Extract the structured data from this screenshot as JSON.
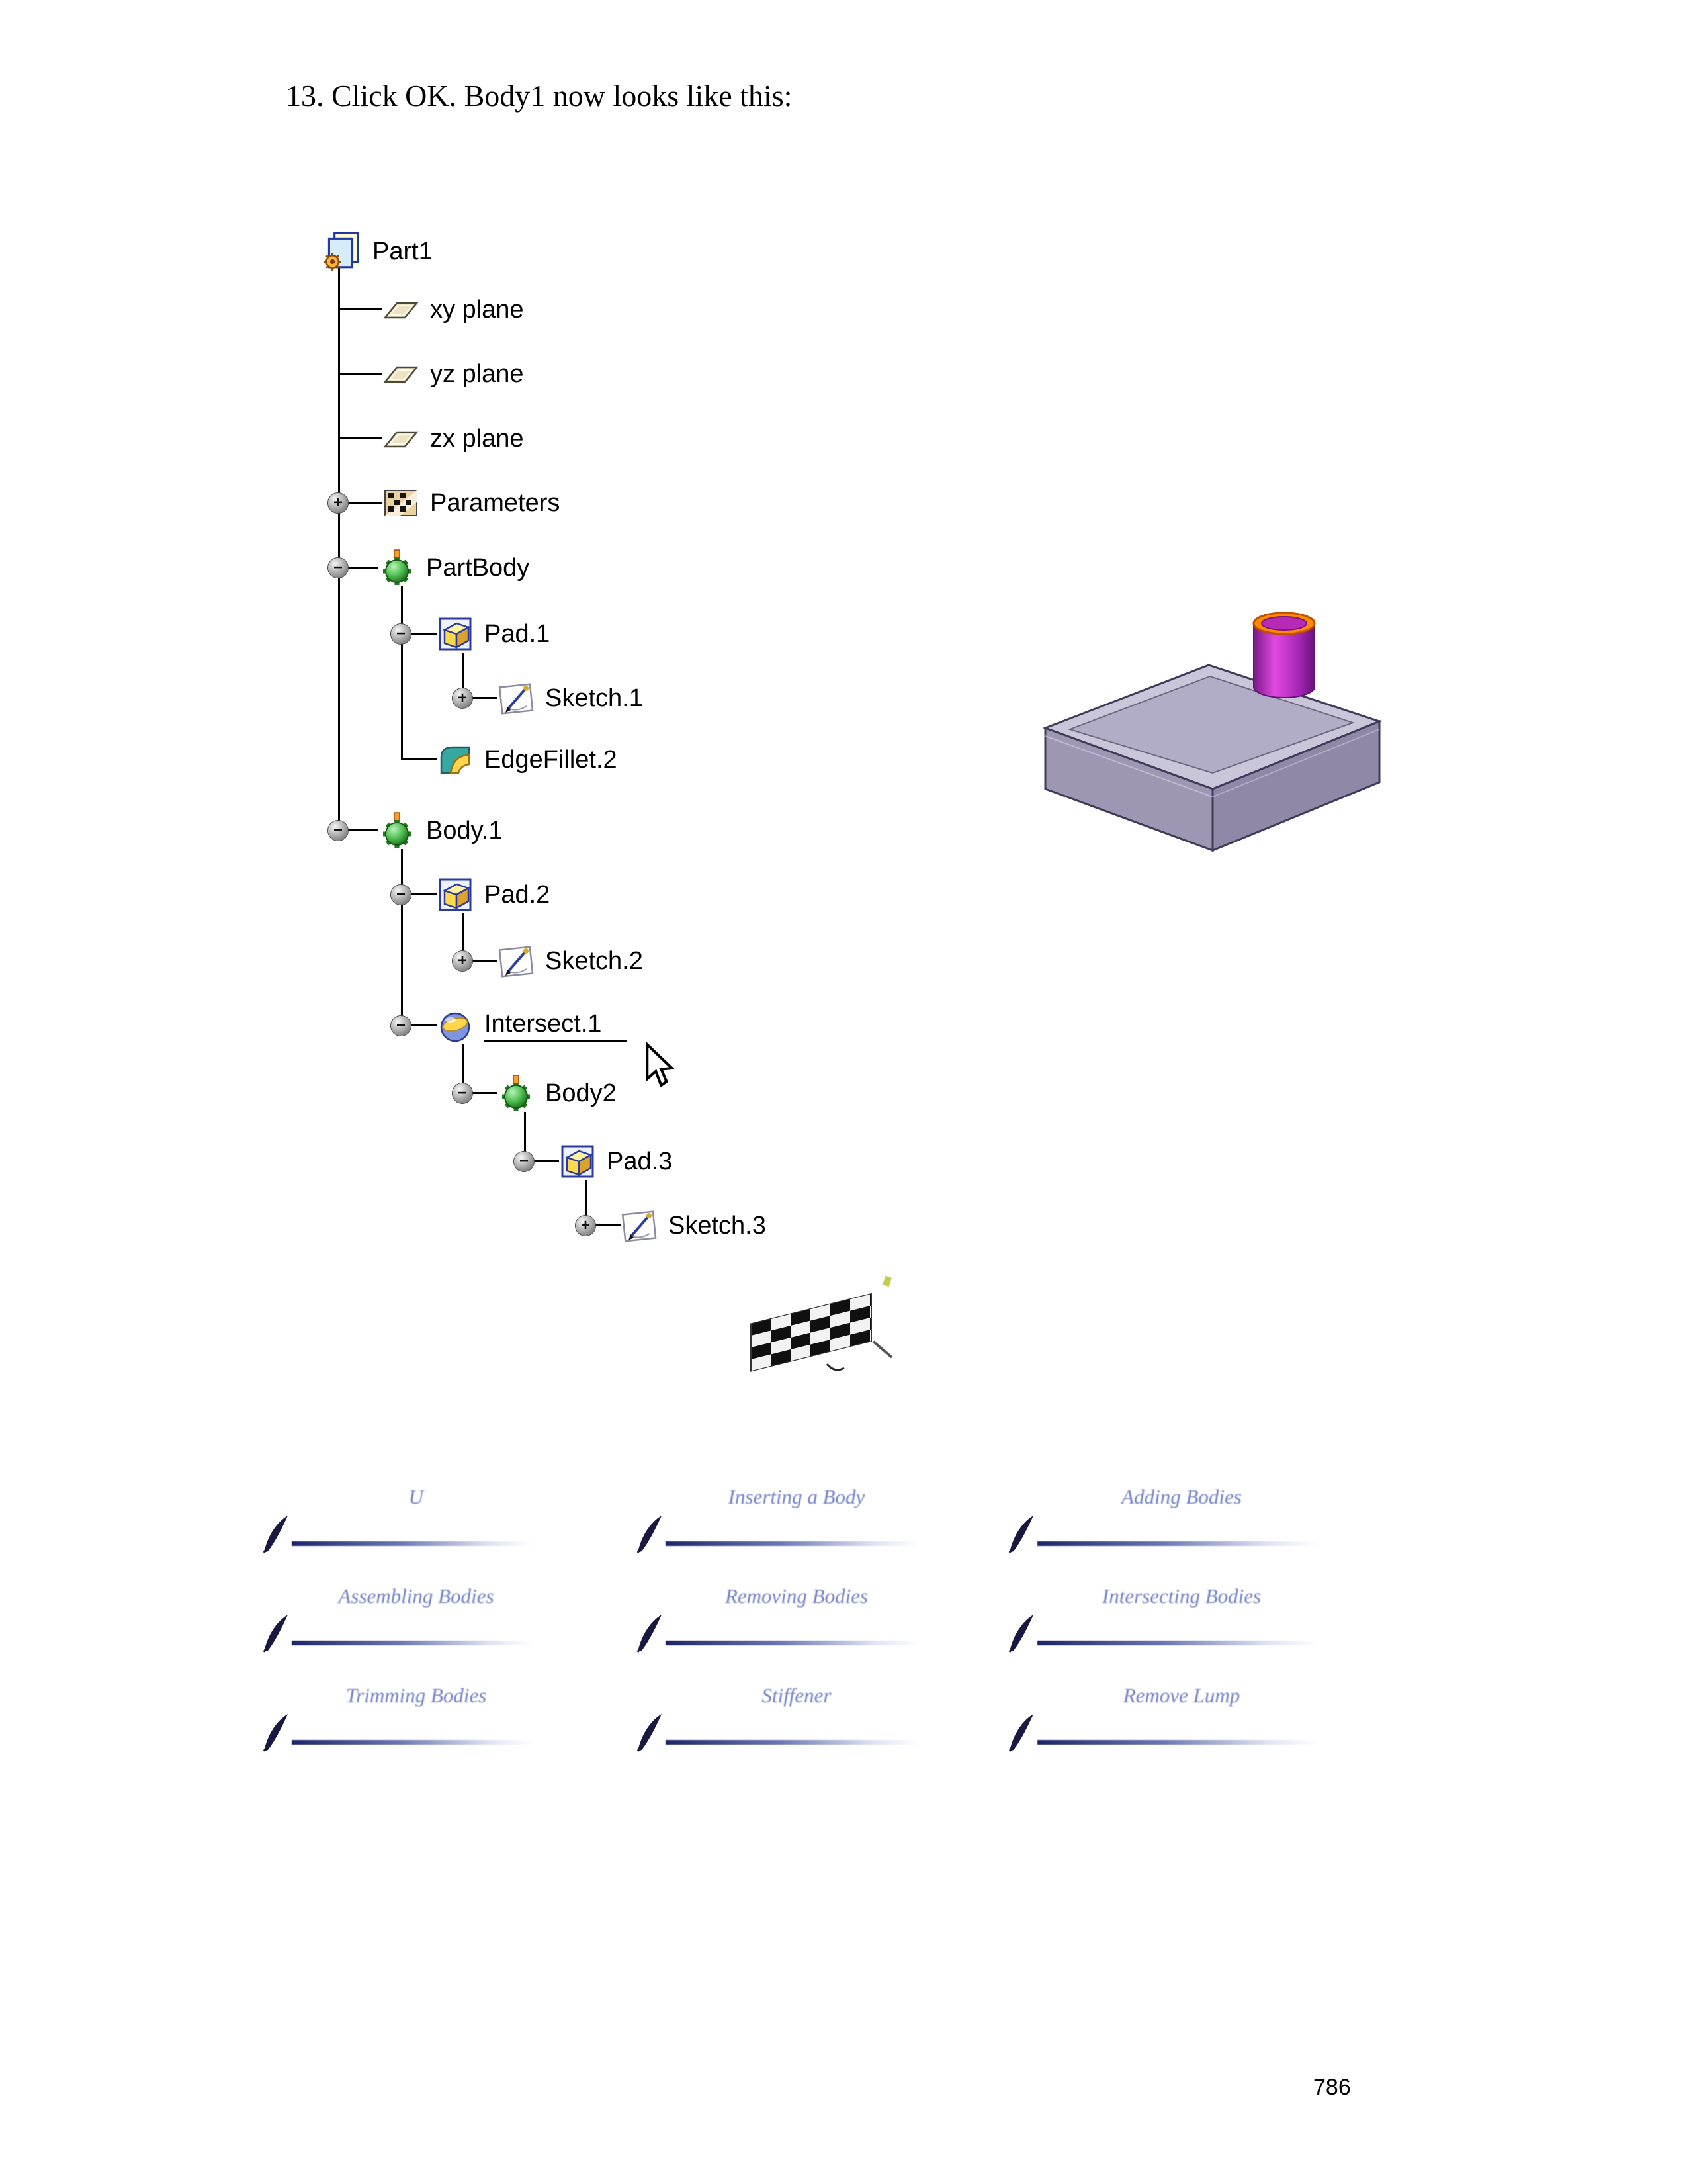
{
  "page": {
    "heading": "13. Click OK. Body1 now looks like this:",
    "page_number": "786"
  },
  "tree": {
    "items": [
      {
        "label": "Part1",
        "icon": "part-document-icon",
        "expander": ""
      },
      {
        "label": "xy plane",
        "icon": "plane-icon",
        "expander": ""
      },
      {
        "label": "yz plane",
        "icon": "plane-icon",
        "expander": ""
      },
      {
        "label": "zx plane",
        "icon": "plane-icon",
        "expander": ""
      },
      {
        "label": "Parameters",
        "icon": "parameters-icon",
        "expander": "+"
      },
      {
        "label": "PartBody",
        "icon": "body-gear-icon",
        "expander": "−"
      },
      {
        "label": "Pad.1",
        "icon": "pad-icon",
        "expander": "−"
      },
      {
        "label": "Sketch.1",
        "icon": "sketch-icon",
        "expander": "+"
      },
      {
        "label": "EdgeFillet.2",
        "icon": "edge-fillet-icon",
        "expander": ""
      },
      {
        "label": "Body.1",
        "icon": "body-gear-icon",
        "expander": "−"
      },
      {
        "label": "Pad.2",
        "icon": "pad-icon",
        "expander": "−"
      },
      {
        "label": "Sketch.2",
        "icon": "sketch-icon",
        "expander": "+"
      },
      {
        "label": "Intersect.1",
        "icon": "intersect-icon",
        "expander": "−"
      },
      {
        "label": "Body2",
        "icon": "body-gear-icon",
        "expander": "−"
      },
      {
        "label": "Pad.3",
        "icon": "pad-icon",
        "expander": "−"
      },
      {
        "label": "Sketch.3",
        "icon": "sketch-icon",
        "expander": "+"
      }
    ]
  },
  "model_view": {
    "box_color": "#cac6da",
    "box_side_color": "#9d97b4",
    "cylinder_color": "#c92fc9",
    "cylinder_rim_color": "#ff8a00"
  },
  "links": {
    "link_color": "#6f7ec2",
    "items": [
      {
        "label": "U"
      },
      {
        "label": "Inserting a Body"
      },
      {
        "label": "Adding Bodies"
      },
      {
        "label": "Assembling Bodies"
      },
      {
        "label": "Removing Bodies"
      },
      {
        "label": "Intersecting Bodies"
      },
      {
        "label": "Trimming Bodies"
      },
      {
        "label": "Stiffener"
      },
      {
        "label": "Remove Lump"
      }
    ]
  }
}
